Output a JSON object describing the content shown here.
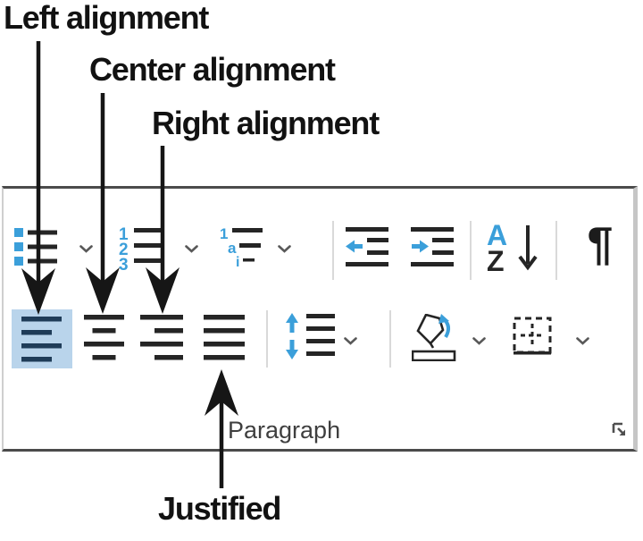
{
  "callouts": {
    "left": "Left alignment",
    "center": "Center alignment",
    "right": "Right alignment",
    "justified": "Justified"
  },
  "ribbon_group": {
    "label": "Paragraph",
    "pilcrow": "¶",
    "numbering_glyphs": [
      "1",
      "2",
      "3"
    ],
    "multilevel_glyphs": [
      "1",
      "a",
      "i"
    ],
    "sort_glyphs": [
      "A",
      "Z"
    ],
    "selected_button": "align-left"
  },
  "colors": {
    "accent_blue": "#3b9fda",
    "icon_dark": "#252525",
    "selected_button_bg": "#b9d4eb",
    "selected_icon_lines": "#1f3c58",
    "box_border_dark": "#4b4b4b",
    "box_border_light": "#cfcfcf",
    "label_text": "#121212",
    "group_label_text": "#3f3f3f",
    "chevron_color": "#595959",
    "separator_color": "#d9d9d9",
    "arrow_color": "#161616"
  }
}
